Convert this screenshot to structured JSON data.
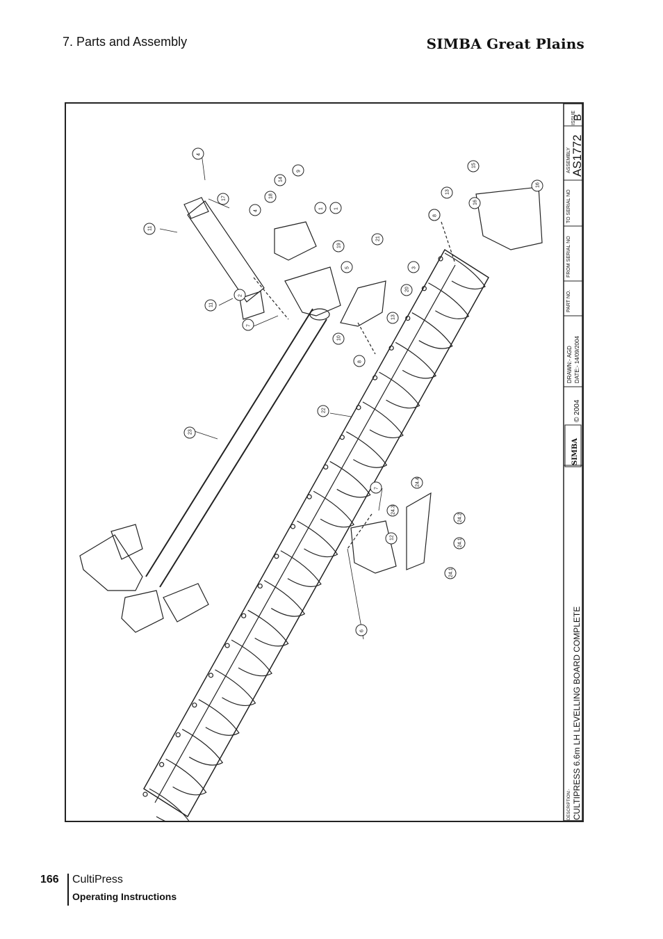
{
  "header": {
    "section": "7. Parts and Assembly",
    "brand": "SIMBA Great Plains"
  },
  "title_block": {
    "issue_label": "ISSUE",
    "issue": "B",
    "assembly_label": "ASSEMBLY",
    "assembly": "AS1772",
    "to_serial_label": "TO SERIAL NO",
    "from_serial_label": "FROM SERIAL NO",
    "part_no_label": "PART NO.",
    "drawn": "DRAWN:- AGD",
    "date": "DATE:- 14/09/2004",
    "logo_text": "SIMBA",
    "copyright": "© 2004",
    "description_label": "DESCRIPTION:-",
    "description": "CULTIPRESS 6.6m LH LEVELLING BOARD COMPLETE"
  },
  "callouts": [
    "4",
    "17",
    "11",
    "11",
    "2",
    "7",
    "4",
    "18",
    "14",
    "9",
    "1",
    "1",
    "19",
    "5",
    "21",
    "3",
    "20",
    "13",
    "10",
    "8",
    "16",
    "15",
    "16",
    "13",
    "8",
    "16",
    "22",
    "23",
    "7",
    "24.4",
    "24.3",
    "12",
    "24.2",
    "24.1",
    "24.1",
    "6"
  ],
  "footer": {
    "page_number": "166",
    "product": "CultiPress",
    "subtitle": "Operating Instructions"
  }
}
